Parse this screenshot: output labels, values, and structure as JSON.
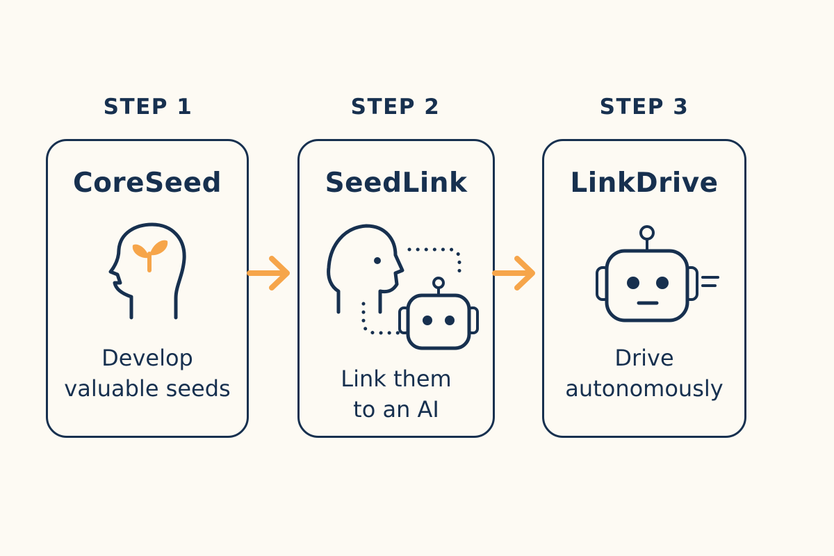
{
  "steps": [
    {
      "label": "STEP 1",
      "title": "CoreSeed",
      "desc": [
        "Develop",
        "valuable seeds"
      ],
      "icon": "head-with-sprout-icon"
    },
    {
      "label": "STEP 2",
      "title": "SeedLink",
      "desc": [
        "Link them",
        "to an AI"
      ],
      "icon": "head-linked-to-robot-icon"
    },
    {
      "label": "STEP 3",
      "title": "LinkDrive",
      "desc": [
        "Drive",
        "autonomously"
      ],
      "icon": "robot-icon"
    }
  ],
  "colors": {
    "ink": "#17304f",
    "accent": "#f6a54a",
    "background": "#fdfaf3"
  }
}
